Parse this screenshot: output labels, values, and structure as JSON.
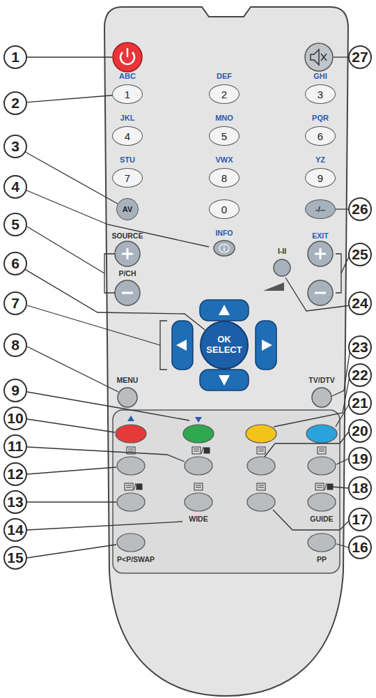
{
  "diagram": {
    "nodes": [
      {
        "text": [
          "1"
        ]
      },
      {
        "text": [
          "2"
        ]
      },
      {
        "text": [
          "3"
        ]
      },
      {
        "text": [
          "4"
        ]
      },
      {
        "text": [
          "5"
        ]
      },
      {
        "text": [
          "6"
        ]
      },
      {
        "text": [
          "7"
        ]
      },
      {
        "text": [
          "8"
        ]
      },
      {
        "text": [
          "9"
        ]
      },
      {
        "text": [
          "10"
        ]
      },
      {
        "text": [
          "11"
        ]
      },
      {
        "text": [
          "12"
        ]
      },
      {
        "text": [
          "13"
        ]
      },
      {
        "text": [
          "14"
        ]
      },
      {
        "text": [
          "15"
        ]
      },
      {
        "text": [
          "16"
        ]
      },
      {
        "text": [
          "17"
        ]
      },
      {
        "text": [
          "18"
        ]
      },
      {
        "text": [
          "19"
        ]
      },
      {
        "text": [
          "20"
        ]
      },
      {
        "text": [
          "21"
        ]
      },
      {
        "text": [
          "22"
        ]
      },
      {
        "text": [
          "23"
        ]
      },
      {
        "text": [
          "24"
        ]
      },
      {
        "text": [
          "25"
        ]
      },
      {
        "text": [
          "26"
        ]
      },
      {
        "text": [
          "27"
        ]
      },
      {
        "text": [
          "ABC",
          "1"
        ]
      },
      {
        "text": [
          "DEF",
          "2"
        ]
      },
      {
        "text": [
          "GHI",
          "3"
        ]
      },
      {
        "text": [
          "JKL",
          "4"
        ]
      },
      {
        "text": [
          "MNO",
          "5"
        ]
      },
      {
        "text": [
          "PQR",
          "6"
        ]
      },
      {
        "text": [
          "STU",
          "7"
        ]
      },
      {
        "text": [
          "VWX",
          "8"
        ]
      },
      {
        "text": [
          "YZ",
          "9"
        ]
      },
      {
        "text": [
          "AV"
        ]
      },
      {
        "text": [
          "0"
        ]
      },
      {
        "text": [
          "-/--"
        ]
      },
      {
        "text": [
          "OK SELECT"
        ]
      }
    ],
    "edges": [
      {
        "from": 1,
        "to": 27,
        "arrow": "none"
      },
      {
        "from": 2,
        "to": 36,
        "arrow": "none"
      },
      {
        "from": 5,
        "to": 39,
        "arrow": "none"
      },
      {
        "from": 25,
        "to": 38,
        "arrow": "none"
      }
    ],
    "labels": [
      "SOURCE",
      "INFO",
      "P/CH",
      "EXIT",
      "I-II",
      "MENU",
      "TV/DTV",
      "WIDE",
      "GUIDE",
      "P<P/SWAP",
      "PP"
    ]
  }
}
